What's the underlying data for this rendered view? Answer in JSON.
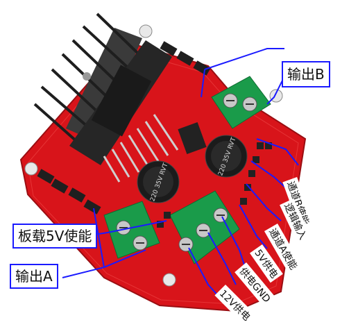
{
  "labels": {
    "output_b": "输出B",
    "channel_b_enable": "通道B使能",
    "logic_input": "逻辑输入",
    "channel_a_enable": "通道A使能",
    "power_5v": "5V供电",
    "power_gnd": "供电GND",
    "power_12v": "12V供电",
    "onboard_5v_enable": "板载5V使能",
    "output_a": "输出A"
  },
  "capacitor_markings": {
    "left": "220 35V RVT",
    "right": "220 35V RVT"
  },
  "colors": {
    "board": "#d8141a",
    "terminal": "#1a9b4a",
    "heatsink": "#2a2a2a",
    "annotation": "#1a1aff"
  }
}
